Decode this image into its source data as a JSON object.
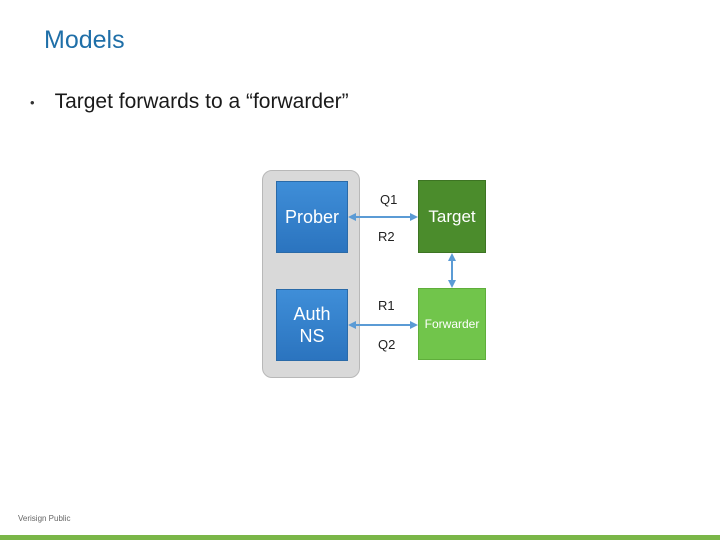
{
  "slide": {
    "title": "Models",
    "bullets": [
      {
        "text": "Target forwards to a “forwarder”"
      }
    ]
  },
  "diagram": {
    "nodes": {
      "prober": "Prober",
      "auth_ns": "Auth\nNS",
      "target": "Target",
      "forwarder": "Forwarder"
    },
    "edge_labels": {
      "q1": "Q1",
      "r2": "R2",
      "r1": "R1",
      "q2": "Q2"
    },
    "colors": {
      "blue_node": "#2b74bf",
      "target": "#4b8c2c",
      "forwarder": "#71c54b",
      "arrow": "#5b9bd5",
      "group": "#d9d9d9"
    }
  },
  "footer": {
    "classification": "Verisign Public",
    "accent_color": "#7ab648"
  }
}
